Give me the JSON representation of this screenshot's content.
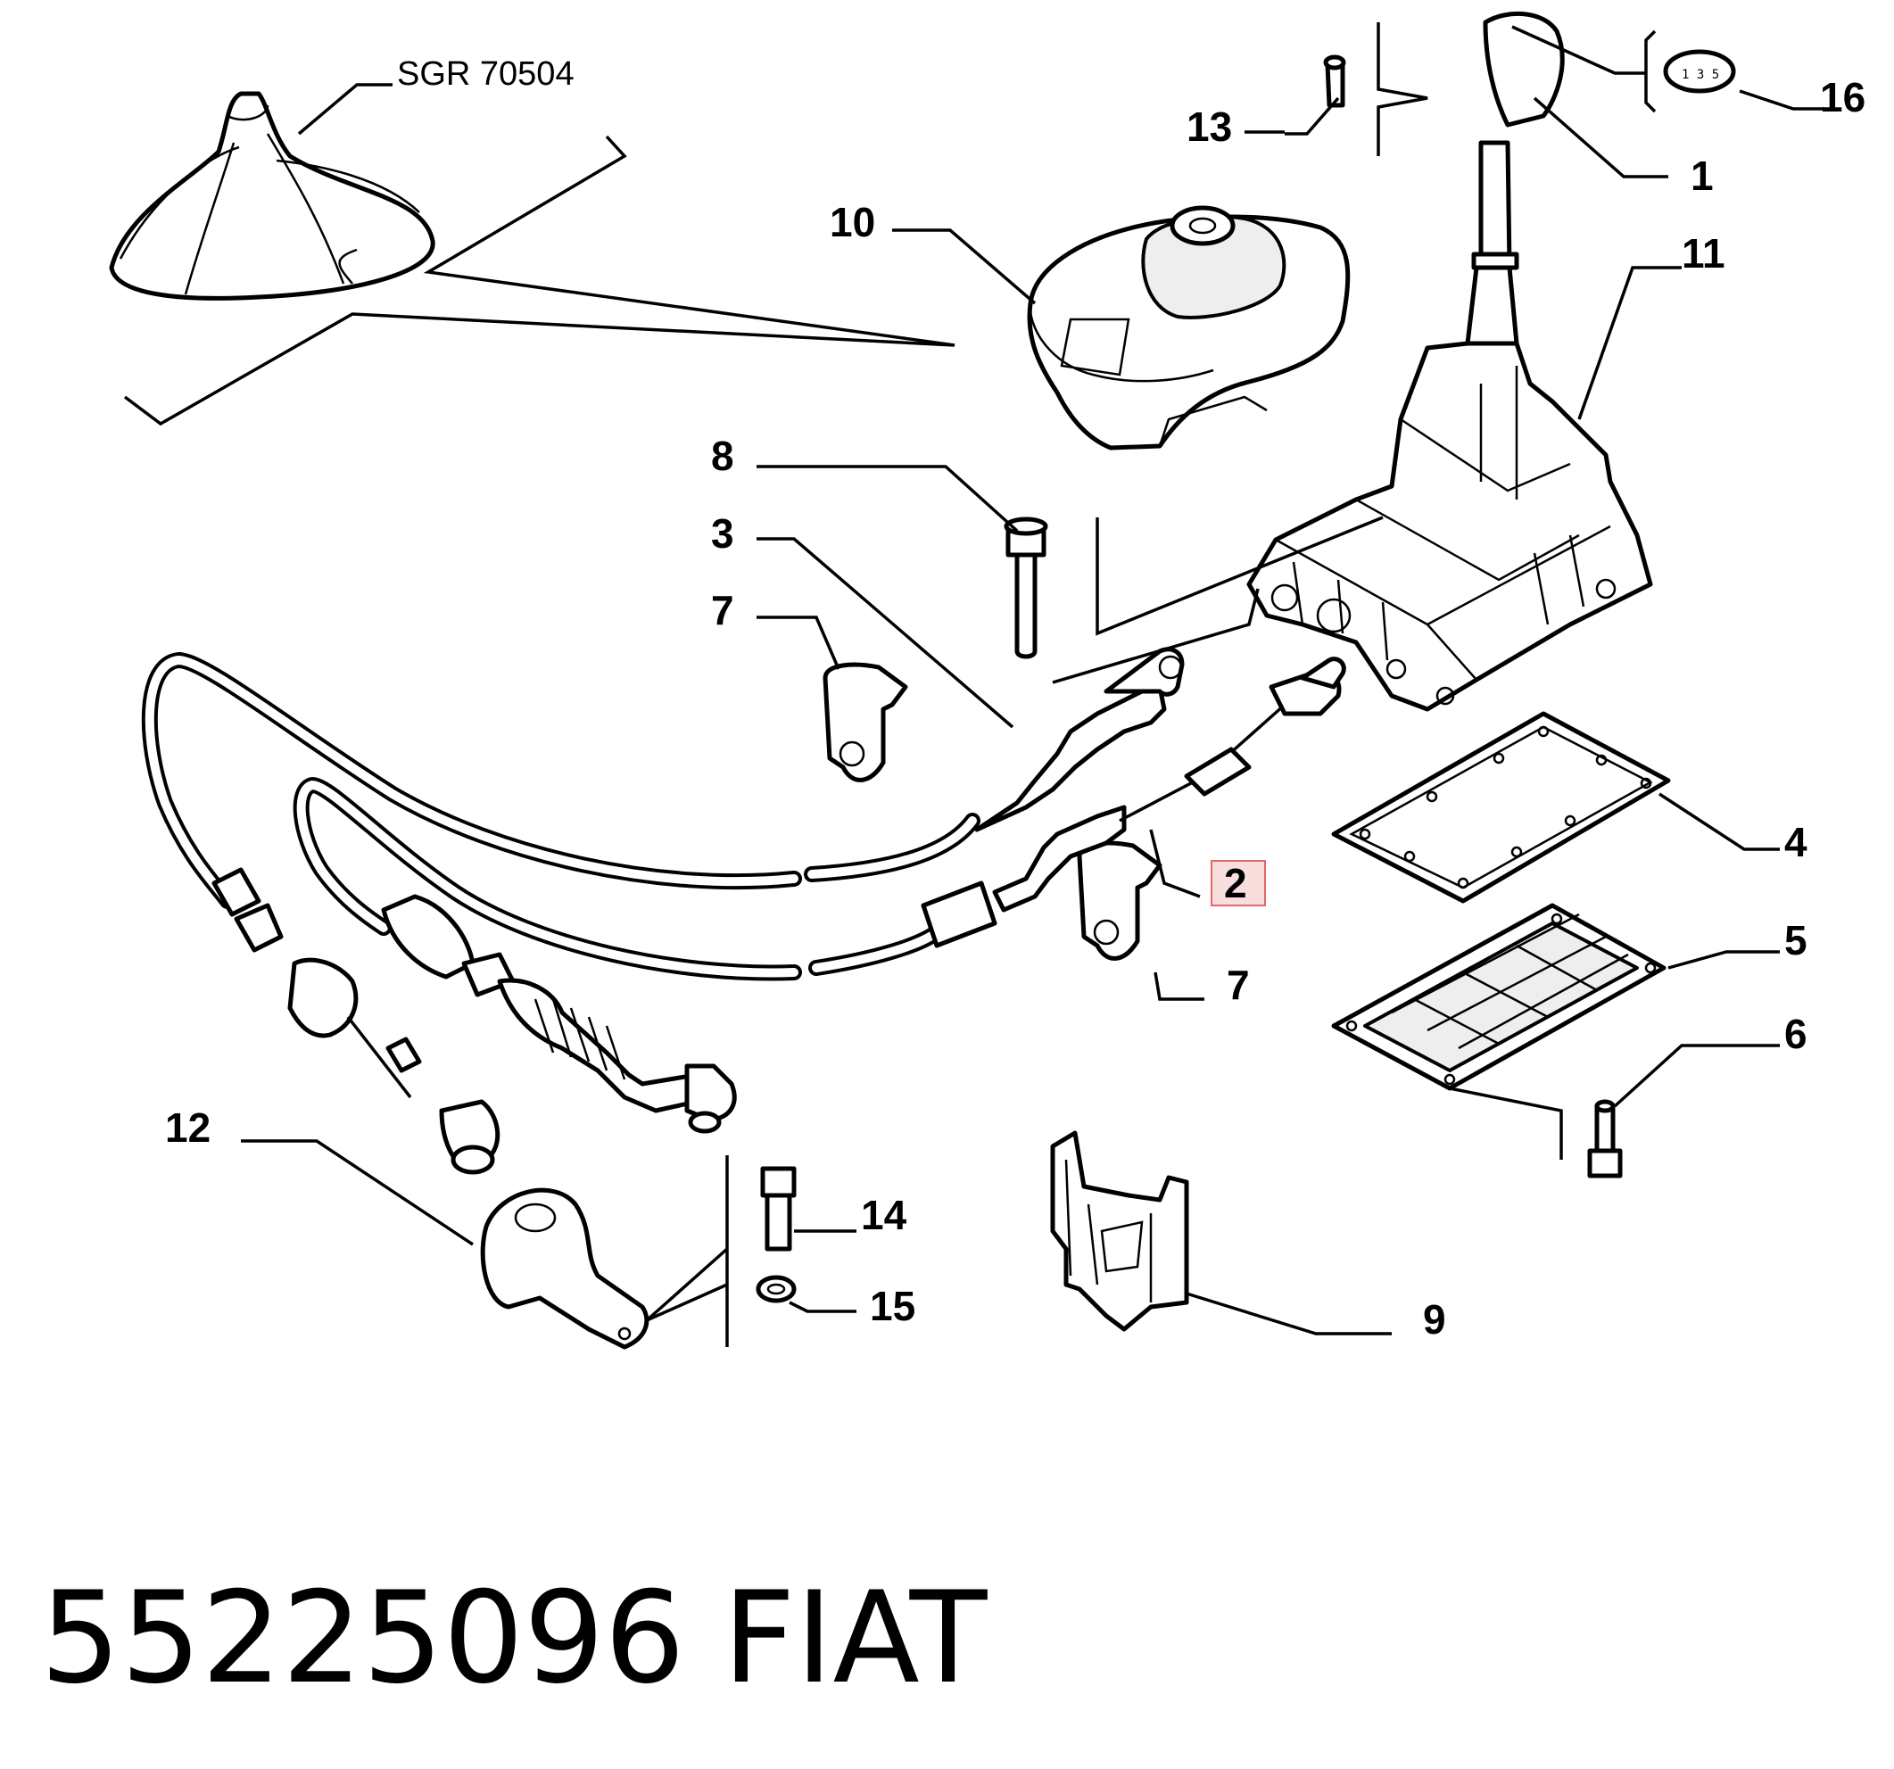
{
  "reference_label": "SGR 70504",
  "callouts": [
    {
      "id": "1",
      "label": "1"
    },
    {
      "id": "2",
      "label": "2",
      "highlighted": true
    },
    {
      "id": "3",
      "label": "3"
    },
    {
      "id": "4",
      "label": "4"
    },
    {
      "id": "5",
      "label": "5"
    },
    {
      "id": "6",
      "label": "6"
    },
    {
      "id": "7a",
      "label": "7"
    },
    {
      "id": "7b",
      "label": "7"
    },
    {
      "id": "8",
      "label": "8"
    },
    {
      "id": "9",
      "label": "9"
    },
    {
      "id": "10",
      "label": "10"
    },
    {
      "id": "11",
      "label": "11"
    },
    {
      "id": "12",
      "label": "12"
    },
    {
      "id": "13",
      "label": "13"
    },
    {
      "id": "14",
      "label": "14"
    },
    {
      "id": "15",
      "label": "15"
    },
    {
      "id": "16",
      "label": "16"
    }
  ],
  "footer": {
    "part_number": "55225096",
    "brand": "FIAT"
  },
  "colors": {
    "line": "#000000",
    "highlight_fill": "#f9dede",
    "highlight_stroke": "#e06a6a",
    "highlight_text": "#555555"
  }
}
